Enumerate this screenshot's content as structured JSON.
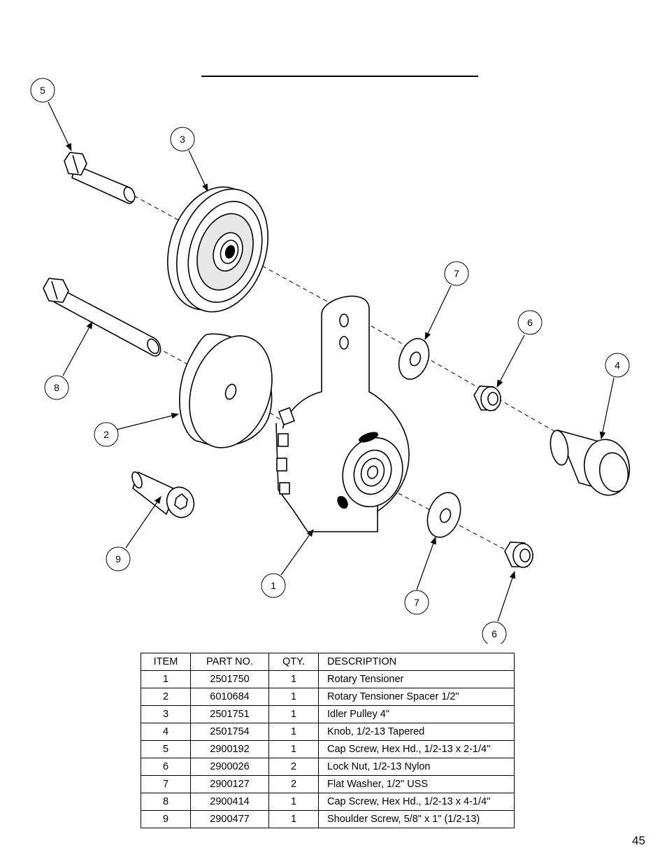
{
  "callouts": [
    "5",
    "3",
    "8",
    "2",
    "9",
    "1",
    "7",
    "6",
    "4",
    "7",
    "6"
  ],
  "table": {
    "headers": {
      "item": "ITEM",
      "part": "PART NO.",
      "qty": "QTY.",
      "desc": "DESCRIPTION"
    },
    "rows": [
      {
        "item": "1",
        "part": "2501750",
        "qty": "1",
        "desc": "Rotary Tensioner"
      },
      {
        "item": "2",
        "part": "6010684",
        "qty": "1",
        "desc": "Rotary Tensioner Spacer 1/2\""
      },
      {
        "item": "3",
        "part": "2501751",
        "qty": "1",
        "desc": "Idler Pulley 4\""
      },
      {
        "item": "4",
        "part": "2501754",
        "qty": "1",
        "desc": "Knob, 1/2-13 Tapered"
      },
      {
        "item": "5",
        "part": "2900192",
        "qty": "1",
        "desc": "Cap Screw, Hex Hd., 1/2-13 x 2-1/4\""
      },
      {
        "item": "6",
        "part": "2900026",
        "qty": "2",
        "desc": "Lock Nut, 1/2-13 Nylon"
      },
      {
        "item": "7",
        "part": "2900127",
        "qty": "2",
        "desc": "Flat Washer, 1/2\" USS"
      },
      {
        "item": "8",
        "part": "2900414",
        "qty": "1",
        "desc": "Cap Screw, Hex Hd., 1/2-13 x 4-1/4\""
      },
      {
        "item": "9",
        "part": "2900477",
        "qty": "1",
        "desc": "Shoulder Screw, 5/8\" x 1\" (1/2-13)"
      }
    ]
  },
  "page_number": "45"
}
